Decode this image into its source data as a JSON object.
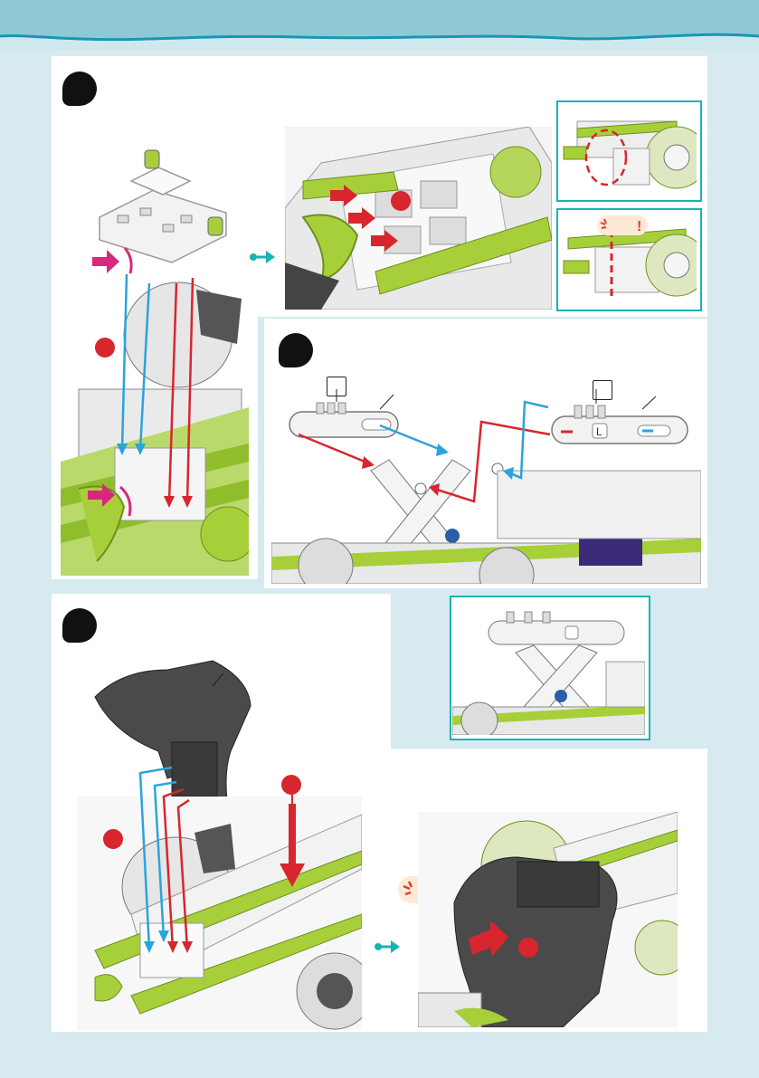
{
  "page": {
    "number": ""
  },
  "steps": [
    {
      "id": "step-a",
      "number": ""
    },
    {
      "id": "step-b",
      "number": ""
    },
    {
      "id": "step-c",
      "number": ""
    }
  ],
  "labels": {
    "part_l_left": "",
    "part_l_right": "",
    "piece_letter": "L"
  },
  "colors": {
    "background": "#d6eaf0",
    "header_wave": "#8fc9d6",
    "accent_teal": "#19b3b3",
    "arrow_red": "#d7262e",
    "arrow_blue": "#2aa4dc",
    "arrow_magenta": "#d6287c",
    "part_green": "#a6cf3a",
    "part_dark": "#4a4a4a"
  },
  "icons": [
    "next-arrow-icon",
    "push-arrow-icon",
    "warning-icon",
    "red-dot-marker-icon"
  ]
}
